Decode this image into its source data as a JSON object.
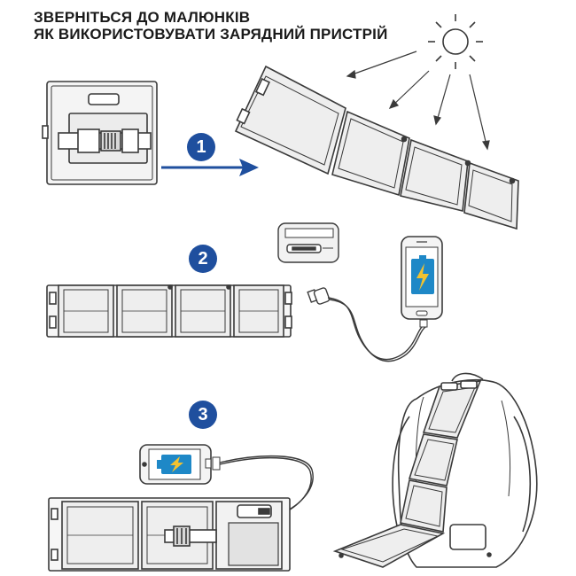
{
  "title": {
    "line1": "ЗВЕРНІТЬСЯ ДО МАЛЮНКІВ",
    "line2": "ЯК ВИКОРИСТОВУВАТИ ЗАРЯДНИЙ ПРИСТРІЙ"
  },
  "steps": [
    {
      "number": "1"
    },
    {
      "number": "2"
    },
    {
      "number": "3"
    }
  ],
  "colors": {
    "accent": "#1f4f9e",
    "line": "#3a3a3a",
    "panel": "#ececec",
    "battery": "#1e88c7",
    "bolt": "#f2c230"
  },
  "icons": [
    "sun-icon",
    "arrow-right-icon",
    "lightning-bolt-icon",
    "battery-charging-icon"
  ]
}
